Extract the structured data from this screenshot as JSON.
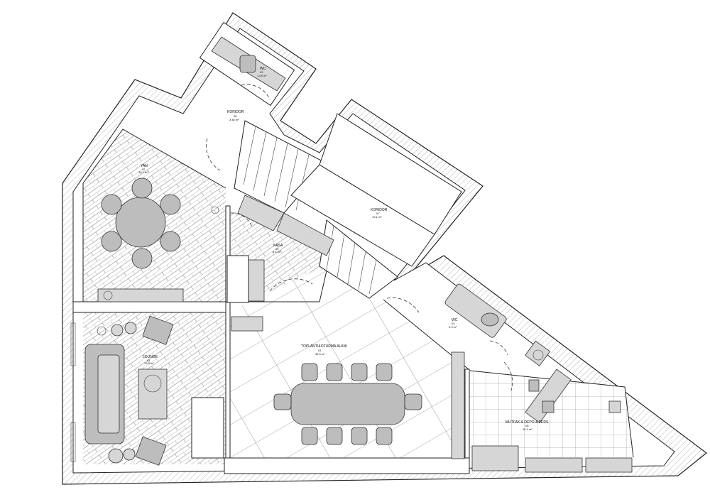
{
  "rooms": {
    "wc_top": {
      "name": "WC",
      "code": "03",
      "area": "1.04 m²"
    },
    "koridor1": {
      "name": "KORIDOR",
      "code": "08",
      "area": "3.46 m²"
    },
    "yan": {
      "name": "YAN",
      "code": "02",
      "area": "20.1 m²"
    },
    "koridor2": {
      "name": "KORIDOR",
      "code": "07",
      "area": "13.1 m²"
    },
    "kasa": {
      "name": "KASA",
      "code": "05",
      "area": "5.4 m²"
    },
    "toplanti": {
      "name": "TOPLANTI&OTURMA ALANI",
      "code": "03",
      "area": "34.5 m²"
    },
    "wc2": {
      "name": "WC",
      "code": "04",
      "area": "3.3 m²"
    },
    "lounge": {
      "name": "LOUNGE",
      "code": "01",
      "area": "19.4 m²"
    },
    "mutfak": {
      "name": "MUTFAK & DEPO & PERS.",
      "code": "06",
      "area": "10.3 m²"
    }
  },
  "colors": {
    "wall_hatch": "#222222",
    "furniture": "#bdbdbd",
    "background": "#ffffff"
  }
}
